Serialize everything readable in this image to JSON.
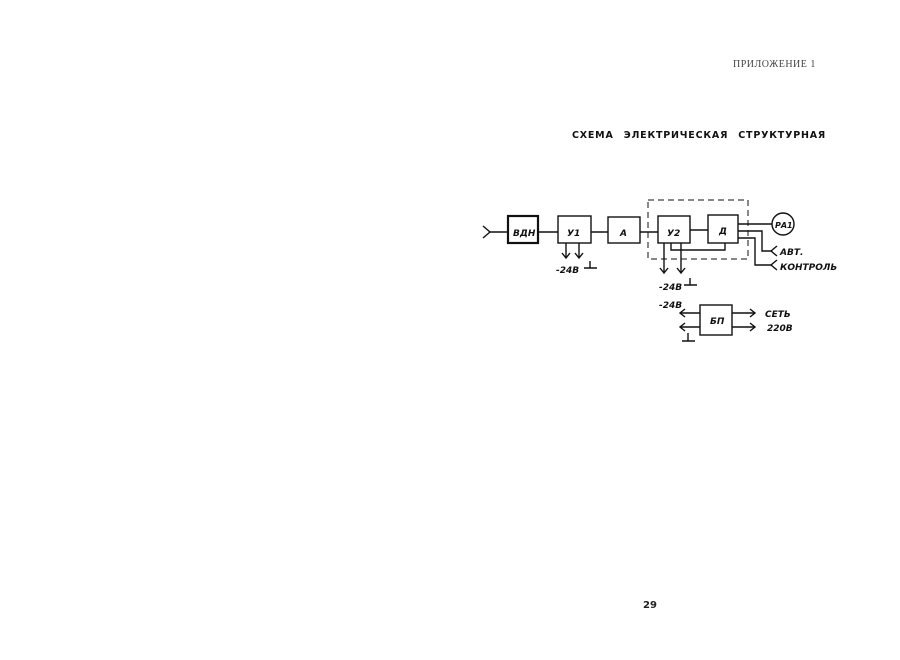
{
  "header": {
    "appendix": "ПРИЛОЖЕНИЕ 1"
  },
  "title": "СХЕМА ЭЛЕКТРИЧЕСКАЯ СТРУКТУРНАЯ",
  "diagram": {
    "blocks": {
      "vdn": "ВДН",
      "u1": "У1",
      "a": "А",
      "u2": "У2",
      "d": "Д",
      "bp": "БП",
      "pa1": "РА1"
    },
    "labels": {
      "u1_supply": "-24В",
      "u2_supply": "-24В",
      "bp_supply": "-24В",
      "avt": "АВТ.",
      "control": "КОНТРОЛЬ",
      "network": "СЕТЬ",
      "network_voltage": "220В"
    }
  },
  "footer": {
    "page_number": "29"
  }
}
